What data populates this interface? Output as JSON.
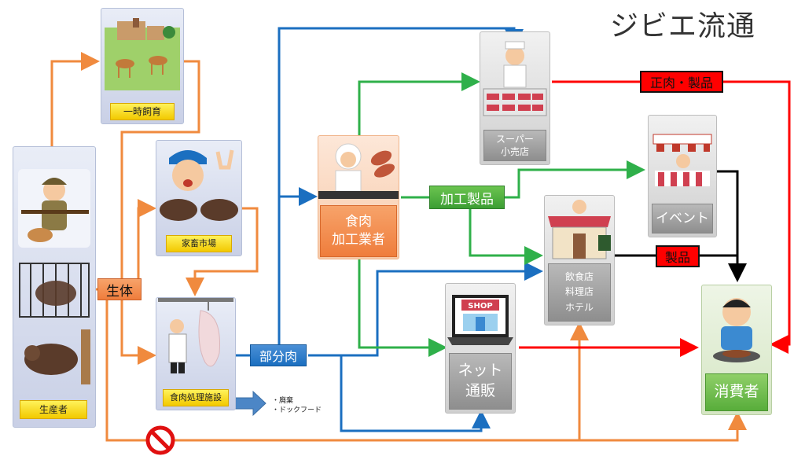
{
  "title": "ジビエ流通",
  "nodes": {
    "producer": "生産者",
    "temp_breeding": "一時飼育",
    "livestock_market": "家畜市場",
    "processing_facility": "食肉処理施設",
    "meat_processor": [
      "食肉",
      "加工業者"
    ],
    "supermarket": [
      "スーパー",
      "小売店"
    ],
    "event": "イベント",
    "restaurant": [
      "飲食店",
      "料理店",
      "ホテル"
    ],
    "net_sales": [
      "ネット",
      "通販"
    ],
    "consumer": "消費者"
  },
  "edge_labels": {
    "live": "生体",
    "partial_meat": "部分肉",
    "processed_goods": "加工製品",
    "meat_products": "正肉・製品",
    "products": "製品"
  },
  "disposal_notes": [
    "・廃棄",
    "・ドックフード"
  ],
  "shop_sign": "SHOP",
  "colors": {
    "orange": "#f08a3e",
    "blue": "#1b6fc0",
    "green": "#2fb04a",
    "red": "#ff0000",
    "black": "#000000"
  }
}
